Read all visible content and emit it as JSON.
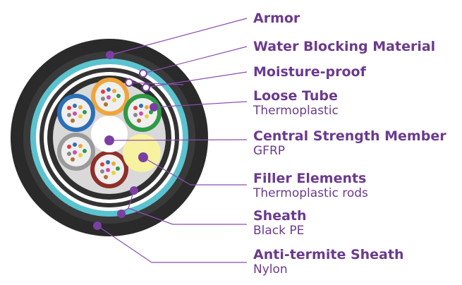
{
  "labels": {
    "armor": {
      "title": "Armor"
    },
    "water_blocking": {
      "title": "Water Blocking Material"
    },
    "moisture_proof": {
      "title": "Moisture-proof"
    },
    "loose_tube": {
      "title": "Loose Tube",
      "sub": "Thermoplastic"
    },
    "central_strength": {
      "title": "Central Strength Member",
      "sub": "GFRP"
    },
    "filler": {
      "title": "Filler Elements",
      "sub": "Thermoplastic rods"
    },
    "sheath": {
      "title": "Sheath",
      "sub": "Black PE"
    },
    "anti_termite": {
      "title": "Anti-termite Sheath",
      "sub": "Nylon"
    }
  },
  "colors": {
    "accent": "#6b3a8e",
    "cyan_layer": "#5bc3cf",
    "outer_sheath": "#2f2f2f",
    "tube_blue": "#2a6fb8",
    "tube_orange": "#f0a53a",
    "tube_green": "#2e9a48",
    "tube_grey": "#9a9a9a",
    "tube_brown": "#8e2f2a",
    "filler_yellow": "#f6f2a0"
  }
}
